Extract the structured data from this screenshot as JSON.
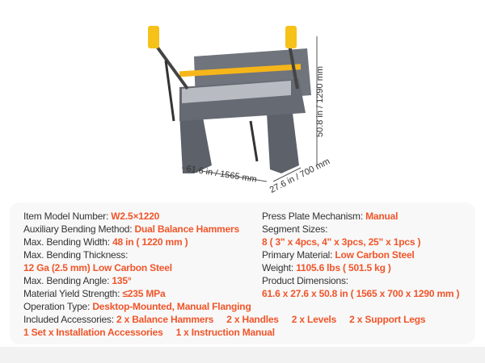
{
  "dimensions": {
    "width": "61.6 in / 1565 mm",
    "depth": "27.6 in / 700 mm",
    "height": "50.8 in / 1290 mm"
  },
  "colors": {
    "accent": "#f0552a",
    "machine": "#6b6f78",
    "handle": "#f6c21a"
  },
  "left_specs": [
    {
      "label": "Item Model Number: ",
      "value": "W2.5×1220"
    },
    {
      "label": "Auxiliary Bending Method: ",
      "value": "Dual Balance Hammers"
    },
    {
      "label": "Max. Bending Width: ",
      "value": "48 in ( 1220 mm )"
    },
    {
      "label": "Max. Bending Thickness:",
      "value": ""
    },
    {
      "label": "",
      "value": "12 Ga (2.5 mm) Low Carbon Steel"
    },
    {
      "label": "Max. Bending Angle: ",
      "value": "135°"
    },
    {
      "label": "Material Yield Strength: ",
      "value": "≤235 MPa"
    },
    {
      "label": "Operation Type: ",
      "value": "Desktop-Mounted, Manual Flanging"
    }
  ],
  "accessories": {
    "label": "Included Accessories: ",
    "line1": [
      "2 x Balance Hammers",
      "2 x Handles",
      "2 x Levels",
      "2 x Support Legs"
    ],
    "line2": [
      "1 Set x Installation Accessories",
      "1 x Instruction Manual"
    ]
  },
  "right_specs": [
    {
      "label": "Press Plate Mechanism: ",
      "value": "Manual"
    },
    {
      "label": "Segment Sizes:",
      "value": ""
    },
    {
      "label": "",
      "value": "8 ( 3\" x 4pcs, 4\" x 3pcs, 25\" x 1pcs )"
    },
    {
      "label": "Primary Material: ",
      "value": "Low Carbon Steel"
    },
    {
      "label": "Weight: ",
      "value": "1105.6 lbs ( 501.5 kg )"
    },
    {
      "label": "Product Dimensions:",
      "value": ""
    },
    {
      "label": "",
      "value": "61.6 x 27.6 x 50.8 in ( 1565 x 700 x 1290 mm )"
    }
  ]
}
